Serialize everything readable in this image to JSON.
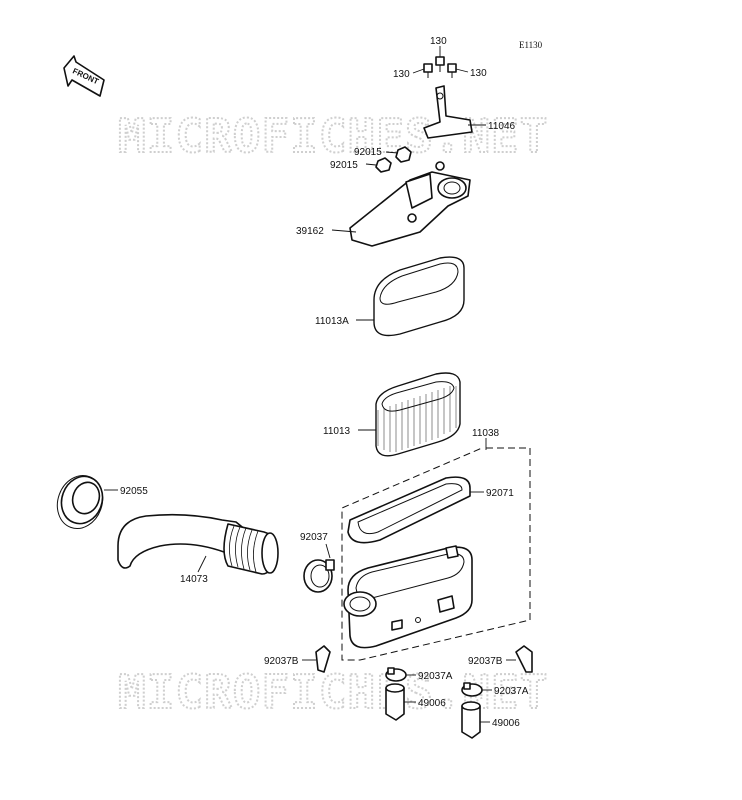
{
  "diagram_code": "E1130",
  "front_label": "FRONT",
  "watermark": "MICROFICHES.NET",
  "parts": [
    {
      "id": "130-top",
      "label": "130"
    },
    {
      "id": "130-left",
      "label": "130"
    },
    {
      "id": "130-right",
      "label": "130"
    },
    {
      "id": "11046",
      "label": "11046"
    },
    {
      "id": "92015-a",
      "label": "92015"
    },
    {
      "id": "92015-b",
      "label": "92015"
    },
    {
      "id": "39162",
      "label": "39162"
    },
    {
      "id": "11013A",
      "label": "11013A"
    },
    {
      "id": "11013",
      "label": "11013"
    },
    {
      "id": "11038",
      "label": "11038"
    },
    {
      "id": "92071",
      "label": "92071"
    },
    {
      "id": "92055",
      "label": "92055"
    },
    {
      "id": "92037",
      "label": "92037"
    },
    {
      "id": "14073",
      "label": "14073"
    },
    {
      "id": "92037B-left",
      "label": "92037B"
    },
    {
      "id": "92037B-right",
      "label": "92037B"
    },
    {
      "id": "92037A-left",
      "label": "92037A"
    },
    {
      "id": "92037A-right",
      "label": "92037A"
    },
    {
      "id": "49006-left",
      "label": "49006"
    },
    {
      "id": "49006-right",
      "label": "49006"
    }
  ]
}
